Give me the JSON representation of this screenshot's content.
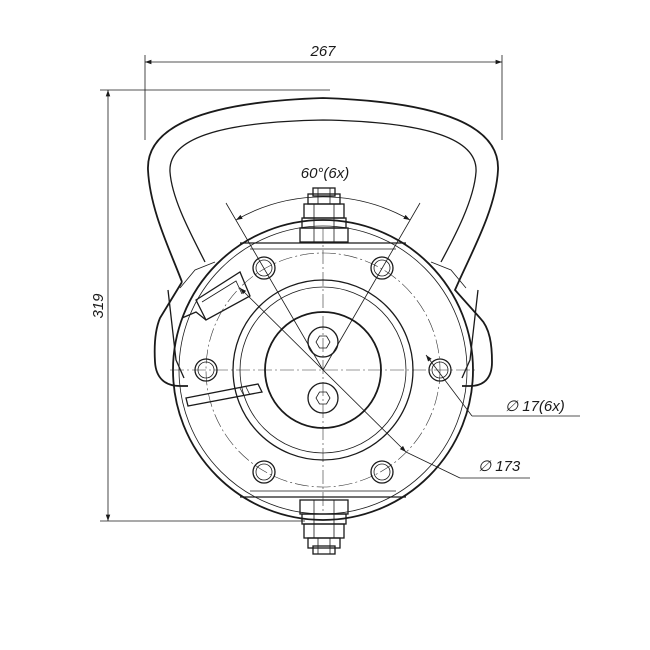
{
  "dimensions": {
    "width": "267",
    "height": "319",
    "angle": "60°(6x)",
    "hole_diameter": "∅ 17(6x)",
    "bolt_circle_diameter": "∅ 173"
  }
}
